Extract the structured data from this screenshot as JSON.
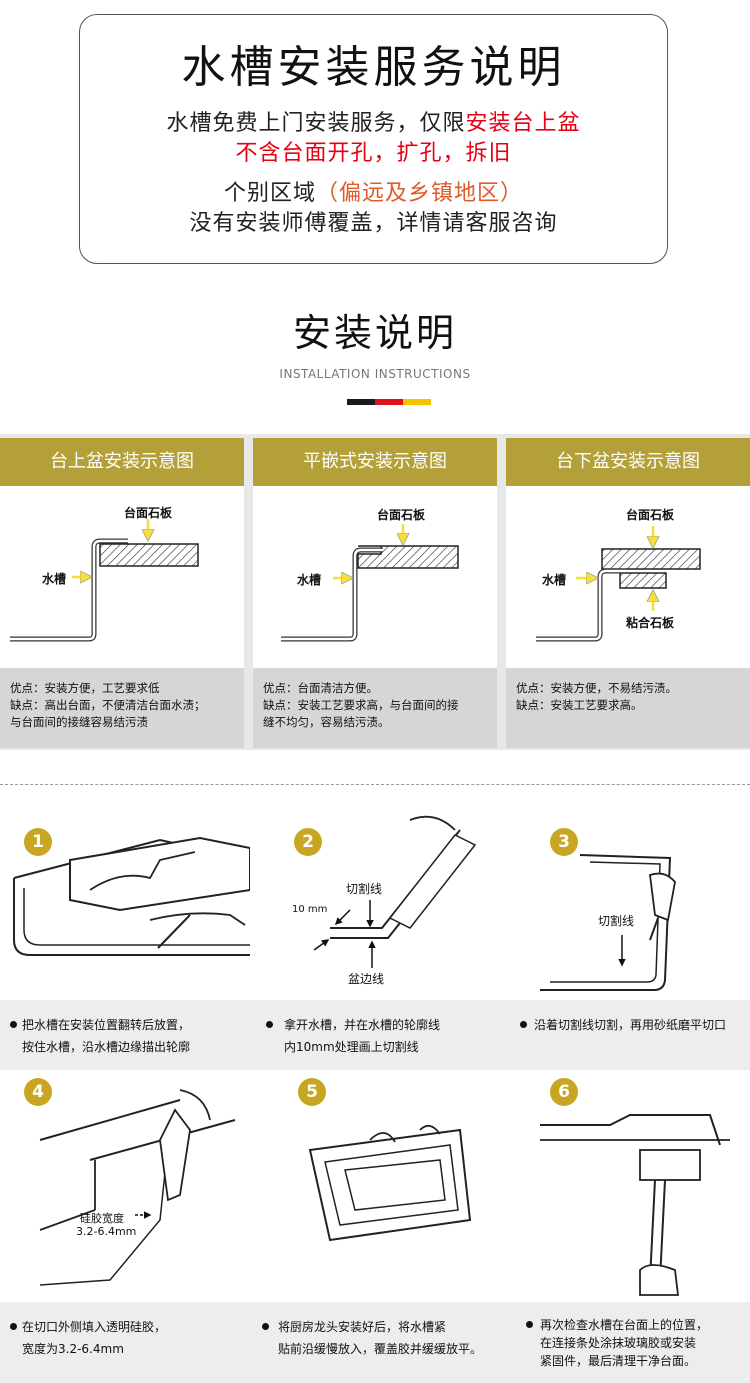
{
  "notice": {
    "title": "水槽安装服务说明",
    "line1_a": "水槽免费上门安装服务，仅限",
    "line1_b": "安装台上盆",
    "line2": "不含台面开孔，扩孔，拆旧",
    "line3_a": "个别区域",
    "line3_b": "（偏远及乡镇地区）",
    "line4": "没有安装师傅覆盖，详情请客服咨询"
  },
  "section": {
    "title": "安装说明",
    "subtitle": "INSTALLATION INSTRUCTIONS",
    "flag_colors": [
      "#1a1a1a",
      "#d9121b",
      "#f5c400"
    ]
  },
  "colors": {
    "panel_header": "#b4a038",
    "badge": "#c9a622",
    "arrow_yellow": "#f5e03a"
  },
  "panels": [
    {
      "title": "台上盆安装示意图",
      "labels": {
        "slab": "台面石板",
        "sink": "水槽"
      },
      "desc": [
        "优点：安装方便，工艺要求低",
        "缺点：高出台面，不便清洁台面水渍；",
        "与台面间的接缝容易结污渍"
      ]
    },
    {
      "title": "平嵌式安装示意图",
      "labels": {
        "slab": "台面石板",
        "sink": "水槽"
      },
      "desc": [
        "优点：台面清洁方便。",
        "缺点：安装工艺要求高，与台面间的接",
        "缝不均匀，容易结污渍。"
      ]
    },
    {
      "title": "台下盆安装示意图",
      "labels": {
        "slab": "台面石板",
        "sink": "水槽",
        "bond": "粘合石板"
      },
      "desc": [
        "优点：安装方便，不易结污渍。",
        "缺点：安装工艺要求高。"
      ]
    }
  ],
  "steps": [
    {
      "num": "1",
      "lines": [
        "把水槽在安装位置翻转后放置，",
        "按住水槽，沿水槽边缘描出轮廓"
      ]
    },
    {
      "num": "2",
      "lines": [
        "拿开水槽，并在水槽的轮廓线",
        "内10mm处理画上切割线"
      ],
      "labels": {
        "cut": "切割线",
        "mm": "10 mm",
        "edge": "盆边线"
      }
    },
    {
      "num": "3",
      "lines": [
        "沿着切割线切割，再用砂纸磨平切口"
      ],
      "labels": {
        "cut": "切割线"
      }
    },
    {
      "num": "4",
      "lines": [
        "在切口外侧填入透明硅胶，",
        "宽度为3.2-6.4mm"
      ],
      "labels": {
        "glue_a": "硅胶宽度",
        "glue_b": "3.2-6.4mm"
      }
    },
    {
      "num": "5",
      "lines": [
        "将厨房龙头安装好后，将水槽紧",
        "贴前沿缓慢放入，覆盖胶并缓缓放平。"
      ]
    },
    {
      "num": "6",
      "lines": [
        "再次检查水槽在台面上的位置，",
        "在连接条处涂抹玻璃胶或安装",
        "紧固件，最后清理干净台面。"
      ]
    }
  ]
}
